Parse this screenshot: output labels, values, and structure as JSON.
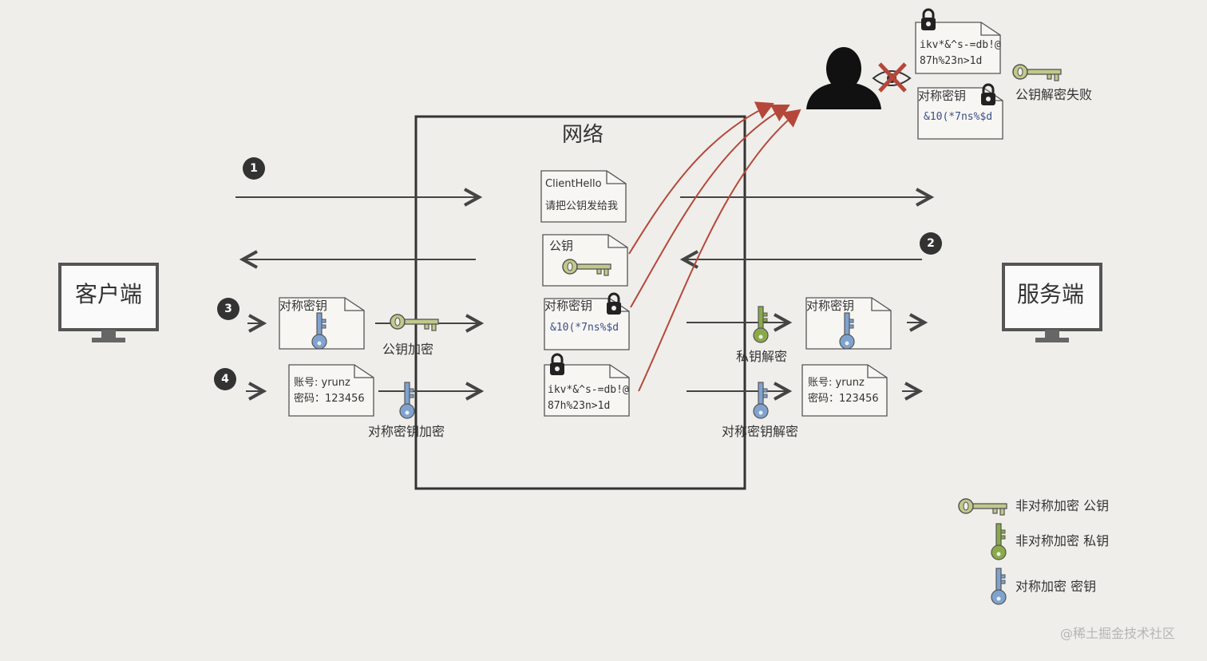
{
  "network_title": "网络",
  "client_label": "客户端",
  "server_label": "服务端",
  "steps": [
    "1",
    "2",
    "3",
    "4"
  ],
  "docs": {
    "client_hello_line1": "ClientHello",
    "client_hello_line2": "请把公钥发给我",
    "public_key": "公钥",
    "symmetric_key": "对称密钥",
    "cipher_key": "&10(*7ns%$d",
    "account_line1": "账号: yrunz",
    "account_line2": "密码：123456",
    "cipher_data_line1": "ikv*&^s-=db!@",
    "cipher_data_line2": "87h%23n>1d"
  },
  "actions": {
    "public_key_encrypt": "公钥加密",
    "private_key_decrypt": "私钥解密",
    "symmetric_encrypt": "对称密钥加密",
    "symmetric_decrypt": "对称密钥解密",
    "public_key_decrypt_fail": "公钥解密失败"
  },
  "legend": {
    "asym_public": "非对称加密 公钥",
    "asym_private": "非对称加密 私钥",
    "sym_key": "对称加密 密钥"
  },
  "watermark": "@稀土掘金技术社区",
  "colors": {
    "public_key": "#c2c98a",
    "private_key": "#8aaa4a",
    "symmetric_key": "#7fa3d0",
    "attack_arrow": "#b5473a",
    "badge": "#333333"
  }
}
